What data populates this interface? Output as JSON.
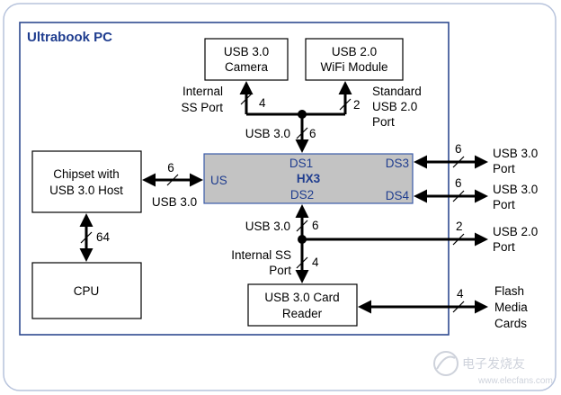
{
  "diagram": {
    "container_title": "Ultrabook PC",
    "blocks": {
      "camera": [
        "USB 3.0",
        "Camera"
      ],
      "wifi": [
        "USB 2.0",
        "WiFi Module"
      ],
      "chipset": [
        "Chipset with",
        "USB 3.0 Host"
      ],
      "cpu": "CPU",
      "card_reader": [
        "USB 3.0 Card",
        "Reader"
      ]
    },
    "hub": {
      "name": "HX3",
      "upstream": "US",
      "ds1": "DS1",
      "ds2": "DS2",
      "ds3": "DS3",
      "ds4": "DS4"
    },
    "labels": {
      "internal_ss_port_top": [
        "Internal",
        "SS Port"
      ],
      "standard_usb2_port": [
        "Standard",
        "USB 2.0",
        "Port"
      ],
      "usb30_top": "USB 3.0",
      "usb30_left": "USB 3.0",
      "usb30_bottom": "USB 3.0",
      "internal_ss_port_bottom": [
        "Internal SS",
        "Port"
      ],
      "out_ds3": [
        "USB 3.0",
        "Port"
      ],
      "out_ds4": [
        "USB 3.0",
        "Port"
      ],
      "out_usb2": [
        "USB 2.0",
        "Port"
      ],
      "out_flash": [
        "Flash",
        "Media",
        "Cards"
      ]
    },
    "bus_widths": {
      "camera": "4",
      "wifi": "2",
      "hub_top": "6",
      "upstream": "6",
      "chipset_cpu": "64",
      "ds3": "6",
      "ds4": "6",
      "hub_bottom": "6",
      "usb2_out": "2",
      "card_reader": "4",
      "flash": "4"
    },
    "watermark": "电子发烧友",
    "watermark_url": "www.elecfans.com",
    "colors": {
      "title": "#1f3d8f",
      "outer_border": "#2f4a8f",
      "hub_fill": "#c3c3c3",
      "frame_border": "#b7c3dc"
    }
  }
}
